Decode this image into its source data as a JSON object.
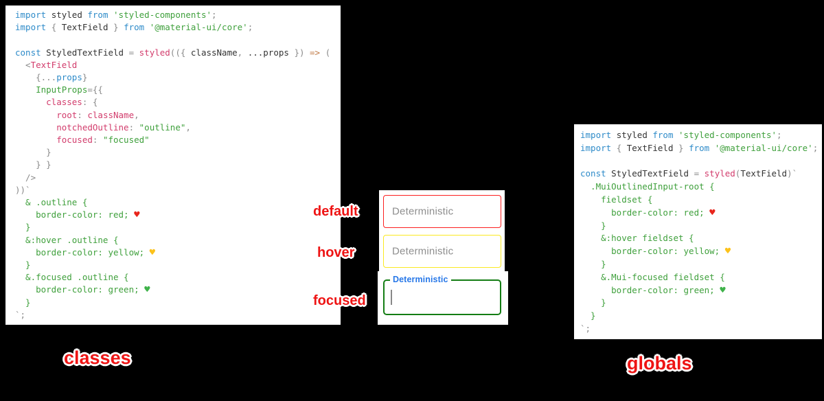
{
  "colors": {
    "background": "#000000",
    "panel_bg": "#ffffff",
    "accent_red": "#ee1414",
    "tokens": {
      "k": "#2e8bc9",
      "i": "#333333",
      "s": "#3fa03c",
      "m": "#d23c6c",
      "g": "#8a8a8a",
      "o": "#c07a45",
      "hr": "#e8251c",
      "hy": "#fcc21b",
      "hg": "#3fb24a"
    }
  },
  "panels": {
    "classes": {
      "caption": "classes",
      "code": [
        [
          [
            "k",
            "import "
          ],
          [
            "i",
            "styled "
          ],
          [
            "k",
            "from "
          ],
          [
            "s",
            "'styled-components'"
          ],
          [
            "g",
            ";"
          ]
        ],
        [
          [
            "k",
            "import "
          ],
          [
            "g",
            "{ "
          ],
          [
            "i",
            "TextField"
          ],
          [
            "g",
            " } "
          ],
          [
            "k",
            "from "
          ],
          [
            "s",
            "'@material-ui/core'"
          ],
          [
            "g",
            ";"
          ]
        ],
        [],
        [
          [
            "k",
            "const "
          ],
          [
            "i",
            "StyledTextField "
          ],
          [
            "g",
            "= "
          ],
          [
            "m",
            "styled"
          ],
          [
            "g",
            "(({ "
          ],
          [
            "i",
            "className"
          ],
          [
            "g",
            ", "
          ],
          [
            "i",
            "...props"
          ],
          [
            "g",
            " }) "
          ],
          [
            "o",
            "=>"
          ],
          [
            "g",
            " ("
          ]
        ],
        [
          [
            "g",
            "  <"
          ],
          [
            "m",
            "TextField"
          ]
        ],
        [
          [
            "g",
            "    {..."
          ],
          [
            "k",
            "props"
          ],
          [
            "g",
            "}"
          ]
        ],
        [
          [
            "s",
            "    InputProps"
          ],
          [
            "g",
            "={{"
          ]
        ],
        [
          [
            "m",
            "      classes"
          ],
          [
            "g",
            ": {"
          ]
        ],
        [
          [
            "m",
            "        root"
          ],
          [
            "g",
            ": "
          ],
          [
            "m",
            "className"
          ],
          [
            "g",
            ","
          ]
        ],
        [
          [
            "m",
            "        notchedOutline"
          ],
          [
            "g",
            ": "
          ],
          [
            "s",
            "\"outline\""
          ],
          [
            "g",
            ","
          ]
        ],
        [
          [
            "m",
            "        focused"
          ],
          [
            "g",
            ": "
          ],
          [
            "s",
            "\"focused\""
          ]
        ],
        [
          [
            "g",
            "      }"
          ]
        ],
        [
          [
            "g",
            "    } }"
          ]
        ],
        [
          [
            "g",
            "  />"
          ]
        ],
        [
          [
            "g",
            "))`"
          ]
        ],
        [
          [
            "s",
            "  & .outline {"
          ]
        ],
        [
          [
            "s",
            "    border-color: red; "
          ],
          [
            "hr",
            "♥"
          ]
        ],
        [
          [
            "s",
            "  }"
          ]
        ],
        [
          [
            "s",
            "  &:hover .outline {"
          ]
        ],
        [
          [
            "s",
            "    border-color: yellow; "
          ],
          [
            "hy",
            "♥"
          ]
        ],
        [
          [
            "s",
            "  }"
          ]
        ],
        [
          [
            "s",
            "  &.focused .outline {"
          ]
        ],
        [
          [
            "s",
            "    border-color: green; "
          ],
          [
            "hg",
            "♥"
          ]
        ],
        [
          [
            "s",
            "  }"
          ]
        ],
        [
          [
            "g",
            "`;"
          ]
        ]
      ]
    },
    "globals": {
      "caption": "globals",
      "code": [
        [
          [
            "k",
            "import "
          ],
          [
            "i",
            "styled "
          ],
          [
            "k",
            "from "
          ],
          [
            "s",
            "'styled-components'"
          ],
          [
            "g",
            ";"
          ]
        ],
        [
          [
            "k",
            "import "
          ],
          [
            "g",
            "{ "
          ],
          [
            "i",
            "TextField"
          ],
          [
            "g",
            " } "
          ],
          [
            "k",
            "from "
          ],
          [
            "s",
            "'@material-ui/core'"
          ],
          [
            "g",
            ";"
          ]
        ],
        [],
        [
          [
            "k",
            "const "
          ],
          [
            "i",
            "StyledTextField "
          ],
          [
            "g",
            "= "
          ],
          [
            "m",
            "styled"
          ],
          [
            "g",
            "("
          ],
          [
            "i",
            "TextField"
          ],
          [
            "g",
            ")`"
          ]
        ],
        [
          [
            "s",
            "  .MuiOutlinedInput-root {"
          ]
        ],
        [
          [
            "s",
            "    fieldset {"
          ]
        ],
        [
          [
            "s",
            "      border-color: red; "
          ],
          [
            "hr",
            "♥"
          ]
        ],
        [
          [
            "s",
            "    }"
          ]
        ],
        [
          [
            "s",
            "    &:hover fieldset {"
          ]
        ],
        [
          [
            "s",
            "      border-color: yellow; "
          ],
          [
            "hy",
            "♥"
          ]
        ],
        [
          [
            "s",
            "    }"
          ]
        ],
        [
          [
            "s",
            "    &.Mui-focused fieldset {"
          ]
        ],
        [
          [
            "s",
            "      border-color: green; "
          ],
          [
            "hg",
            "♥"
          ]
        ],
        [
          [
            "s",
            "    }"
          ]
        ],
        [
          [
            "s",
            "  }"
          ]
        ],
        [
          [
            "g",
            "`;"
          ]
        ]
      ]
    }
  },
  "states": {
    "default": {
      "label": "default"
    },
    "hover": {
      "label": "hover"
    },
    "focused": {
      "label": "focused"
    }
  },
  "fields": {
    "default": {
      "text": "Deterministic",
      "border_color": "#fc1f1f",
      "text_color": "#8e8e8e"
    },
    "hover": {
      "text": "Deterministic",
      "border_color": "#fbe920",
      "text_color": "#8e8e8e"
    },
    "focused": {
      "label": "Deterministic",
      "border_color": "#147d14",
      "label_color": "#2878e8",
      "caret_color": "#888888"
    }
  }
}
